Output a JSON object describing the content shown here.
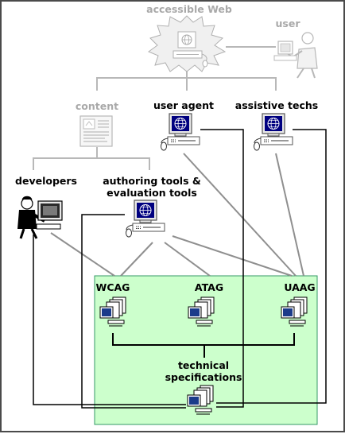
{
  "nodes": {
    "accessible_web": "accessible Web",
    "user": "user",
    "content": "content",
    "user_agent": "user agent",
    "assistive_techs": "assistive techs",
    "developers": "developers",
    "authoring_tools_line1": "authoring tools &",
    "authoring_tools_line2": "evaluation tools",
    "wcag": "WCAG",
    "atag": "ATAG",
    "uaag": "UAAG",
    "tech_specs_line1": "technical",
    "tech_specs_line2": "specifications"
  },
  "colors": {
    "connector": "#8f8f8f",
    "faded_connector": "#b8b8b8",
    "bracket": "#000000",
    "guidelines_region": "#ccffcc",
    "guidelines_border": "#339966",
    "faded_text": "#a9a9a9",
    "screen": "#000080",
    "frame": "#555555"
  },
  "icons": {
    "accessible_web": "globe-starburst-icon",
    "user": "user-at-computer-icon",
    "content": "content-document-icon",
    "user_agent": "computer-globe-icon",
    "assistive_techs": "computer-globe-icon",
    "developers": "developer-at-computer-icon",
    "authoring_tools": "computer-globe-icon",
    "guideline_docs": "document-stack-icon"
  }
}
